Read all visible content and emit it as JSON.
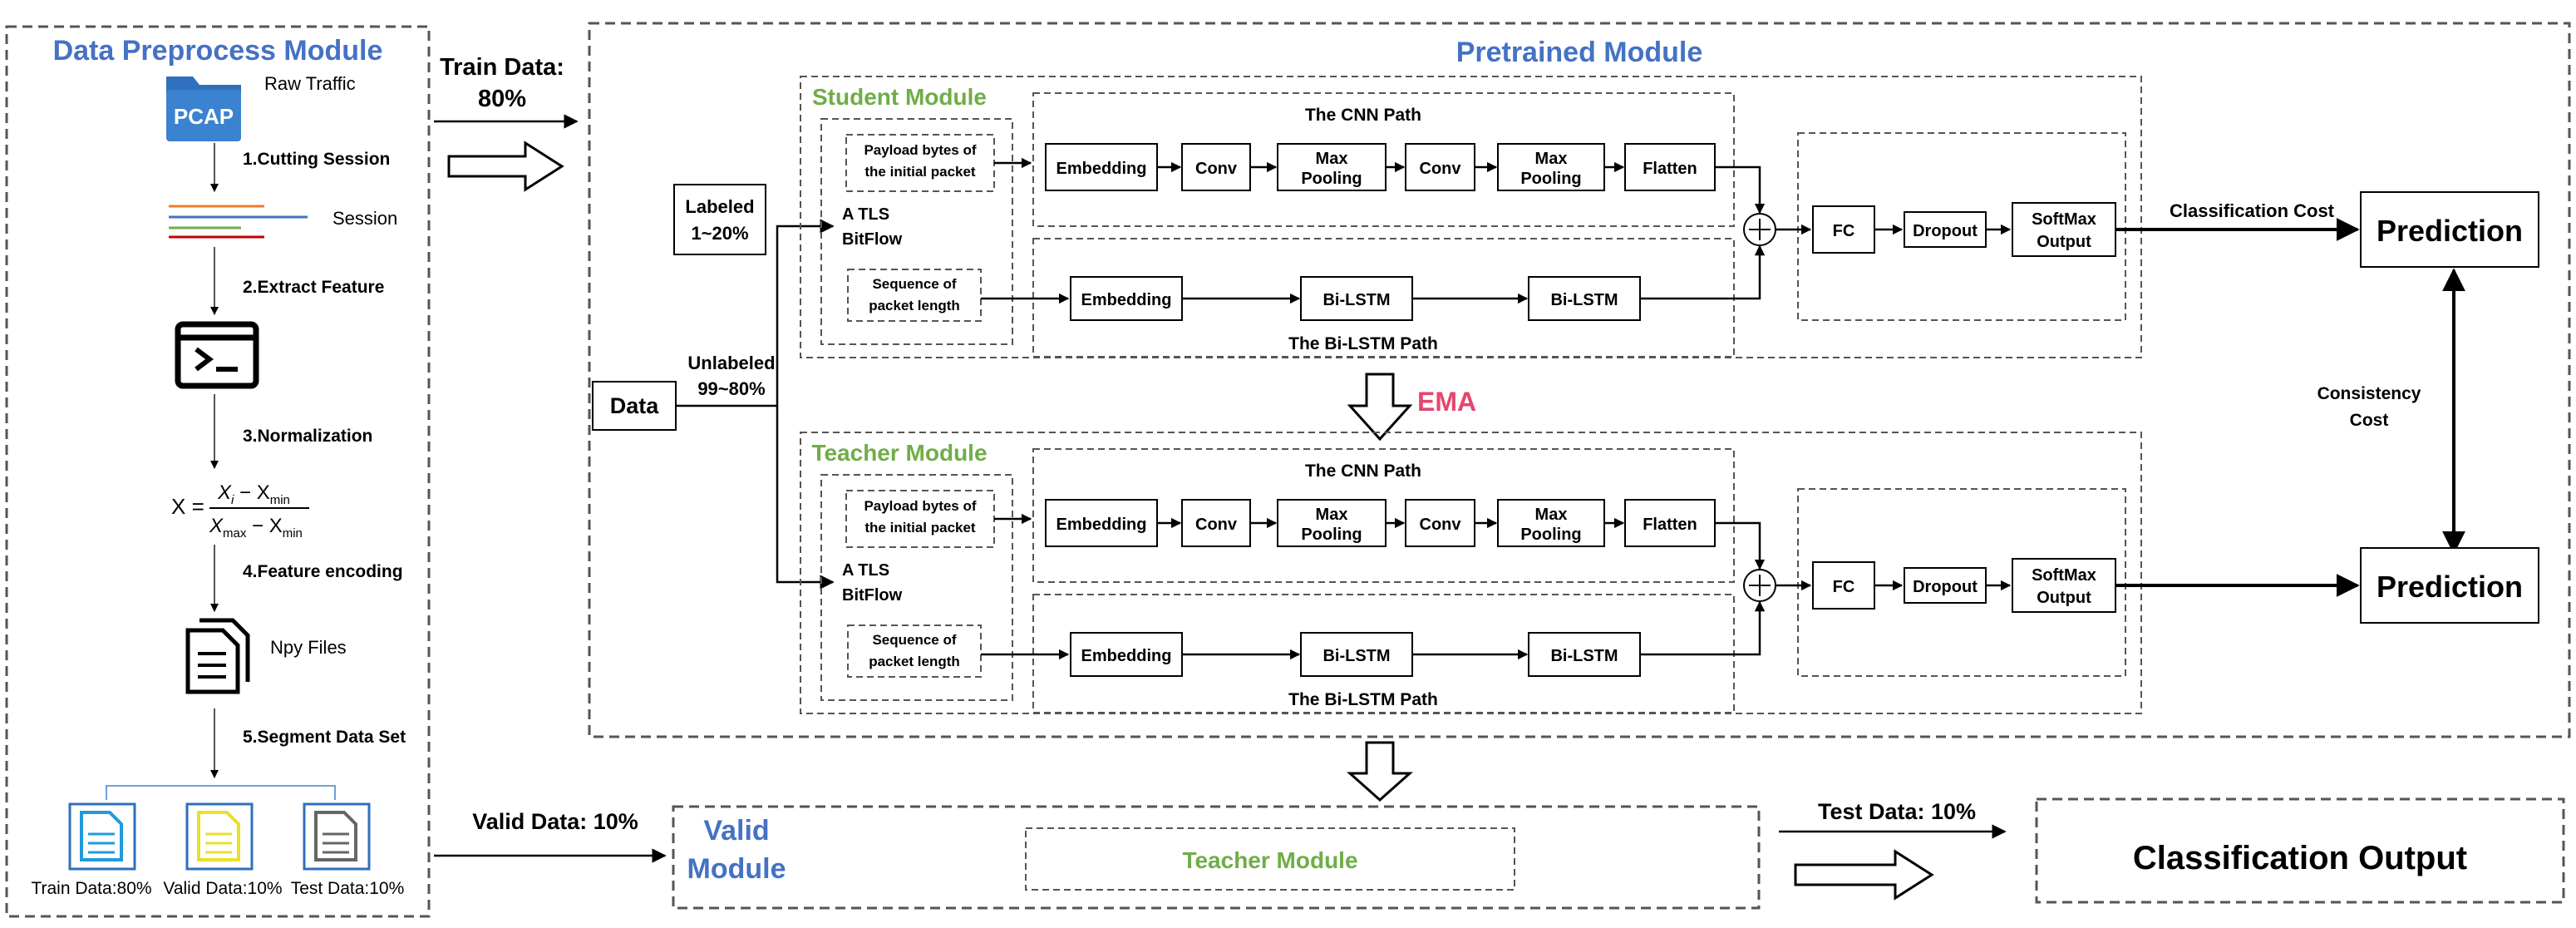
{
  "preprocess": {
    "title": "Data Preprocess Module",
    "pcap_icon_text": "PCAP",
    "raw_traffic": "Raw Traffic",
    "step1": "1.Cutting Session",
    "session": "Session",
    "step2": "2.Extract Feature",
    "step3": "3.Normalization",
    "formula": {
      "lhs": "X =",
      "num": "X",
      "num_sub": "i",
      "num_minus": " − X",
      "num_sub2": "min",
      "den": "X",
      "den_sub": "max",
      "den_minus": " − X",
      "den_sub2": "min"
    },
    "step4": "4.Feature encoding",
    "npy_files": "Npy Files",
    "step5": "5.Segment Data Set",
    "split_train": "Train Data:80%",
    "split_valid": "Valid Data:10%",
    "split_test": "Test Data:10%"
  },
  "flows": {
    "train_data_line1": "Train Data:",
    "train_data_line2": "80%",
    "valid_data": "Valid Data: 10%",
    "test_data": "Test Data: 10%"
  },
  "pretrained": {
    "title": "Pretrained Module",
    "data_box": "Data",
    "labeled_line1": "Labeled",
    "labeled_line2": "1~20%",
    "unlabeled_line1": "Unlabeled",
    "unlabeled_line2": "99~80%",
    "ema": "EMA",
    "consistency_line1": "Consistency",
    "consistency_line2": "Cost",
    "classification_cost": "Classification Cost"
  },
  "modules": [
    {
      "name": "Student Module",
      "payload_line1": "Payload bytes of",
      "payload_line2": "the initial packet",
      "tls_line1": "A TLS",
      "tls_line2": "BitFlow",
      "seq_line1": "Sequence of",
      "seq_line2": "packet length",
      "cnn_path": "The CNN Path",
      "bilstm_path": "The Bi-LSTM Path",
      "cnn_blocks": [
        "Embedding",
        "Conv",
        "Max Pooling",
        "Conv",
        "Max Pooling",
        "Flatten"
      ],
      "lstm_blocks": [
        "Embedding",
        "Bi-LSTM",
        "Bi-LSTM"
      ],
      "fc": "FC",
      "dropout": "Dropout",
      "softmax_line1": "SoftMax",
      "softmax_line2": "Output",
      "prediction": "Prediction"
    },
    {
      "name": "Teacher Module",
      "payload_line1": "Payload bytes of",
      "payload_line2": "the initial packet",
      "tls_line1": "A TLS",
      "tls_line2": "BitFlow",
      "seq_line1": "Sequence of",
      "seq_line2": "packet length",
      "cnn_path": "The CNN Path",
      "bilstm_path": "The Bi-LSTM Path",
      "cnn_blocks": [
        "Embedding",
        "Conv",
        "Max Pooling",
        "Conv",
        "Max Pooling",
        "Flatten"
      ],
      "lstm_blocks": [
        "Embedding",
        "Bi-LSTM",
        "Bi-LSTM"
      ],
      "fc": "FC",
      "dropout": "Dropout",
      "softmax_line1": "SoftMax",
      "softmax_line2": "Output",
      "prediction": "Prediction"
    }
  ],
  "valid": {
    "title_line1": "Valid",
    "title_line2": "Module",
    "teacher": "Teacher Module"
  },
  "output": {
    "title": "Classification Output"
  }
}
